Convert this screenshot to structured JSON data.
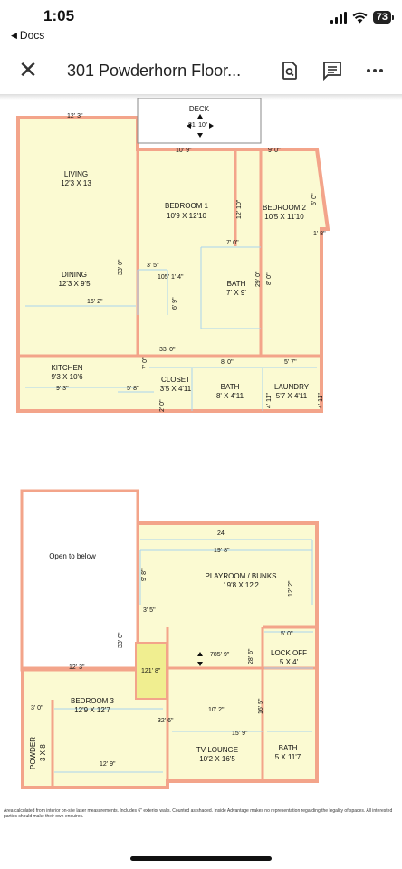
{
  "status": {
    "time": "1:05",
    "back_label": "Docs",
    "battery": "73"
  },
  "toolbar": {
    "title": "301 Powderhorn Floor..."
  },
  "plan": {
    "labels": {
      "deck": "DECK",
      "living": "LIVING",
      "living_size": "12'3 X 13",
      "dining": "DINING",
      "dining_size": "12'3 X 9'5",
      "bedroom1": "BEDROOM 1",
      "bedroom1_size": "10'9 X 12'10",
      "bedroom2": "BEDROOM 2",
      "bedroom2_size": "10'5 X 11'10",
      "bath1": "BATH",
      "bath1_size": "7' X 9'",
      "kitchen": "KITCHEN",
      "kitchen_size": "9'3 X 10'6",
      "closet": "CLOSET",
      "closet_size": "3'5 X 4'11",
      "bath2": "BATH",
      "bath2_size": "8' X 4'11",
      "laundry": "LAUNDRY",
      "laundry_size": "5'7 X 4'11",
      "open_below": "Open to below",
      "playroom": "PLAYROOM / BUNKS",
      "playroom_size": "19'8 X 12'2",
      "lockoff": "LOCK OFF",
      "lockoff_size": "5 X 4'",
      "bedroom3": "BEDROOM 3",
      "bedroom3_size": "12'9 X 12'7",
      "powder": "POWDER",
      "powder_size": "3 X 8",
      "tvlounge": "TV LOUNGE",
      "tvlounge_size": "10'2 X 16'5",
      "bath3": "BATH",
      "bath3_size": "5 X 11'7"
    },
    "dims": {
      "d1": "12' 3\"",
      "d2": "81' 10\"",
      "d3": "10' 9\"",
      "d4": "9' 0\"",
      "d5": "12' 10\"",
      "d6": "7' 0\"",
      "d7": "3' 5\"",
      "d8": "105' 1' 4\"",
      "d9": "33' 0\"",
      "d10": "16' 2\"",
      "d11": "33' 0\"",
      "d12": "8' 0\"",
      "d13": "5' 7\"",
      "d14": "9' 3\"",
      "d15": "5' 8\"",
      "d16": "7' 0\"",
      "d17": "24'",
      "d18": "19' 8\"",
      "d19": "12' 2\"",
      "d20": "9' 8\"",
      "d21": "3' 5\"",
      "d22": "785' 9\"",
      "d23": "28' 6\"",
      "d24": "5' 0\"",
      "d25": "121' 8\"",
      "d26": "12' 3\"",
      "d27": "3' 0\"",
      "d28": "32' 6\"",
      "d29": "10' 2\"",
      "d30": "15' 9\"",
      "d31": "12' 9\"",
      "d32": "33' 0\"",
      "d33": "16' 5\"",
      "d34": "29' 0\"",
      "d35": "8' 0\"",
      "d36": "6' 9\"",
      "d37": "1' 8\"",
      "d38": "5' 0\"",
      "d39": "4' 11\"",
      "d40": "4' 11\"",
      "d41": "2' 0\""
    },
    "disclaimer": "Area calculated from interior on-site laser measurements. Includes 6\" exterior walls. Counted as shaded. Inside Advantage makes no representation regarding the legality of spaces. All interested parties should make their own enquires."
  },
  "icons": {
    "close": "close-icon",
    "search_doc": "doc-search-icon",
    "comments": "comment-icon",
    "more": "more-icon"
  },
  "colors": {
    "room_fill": "#fbfad2",
    "wall": "#f3a48a",
    "dim_arrow": "#1b2bd6",
    "grid_line": "#a8d4ee"
  }
}
